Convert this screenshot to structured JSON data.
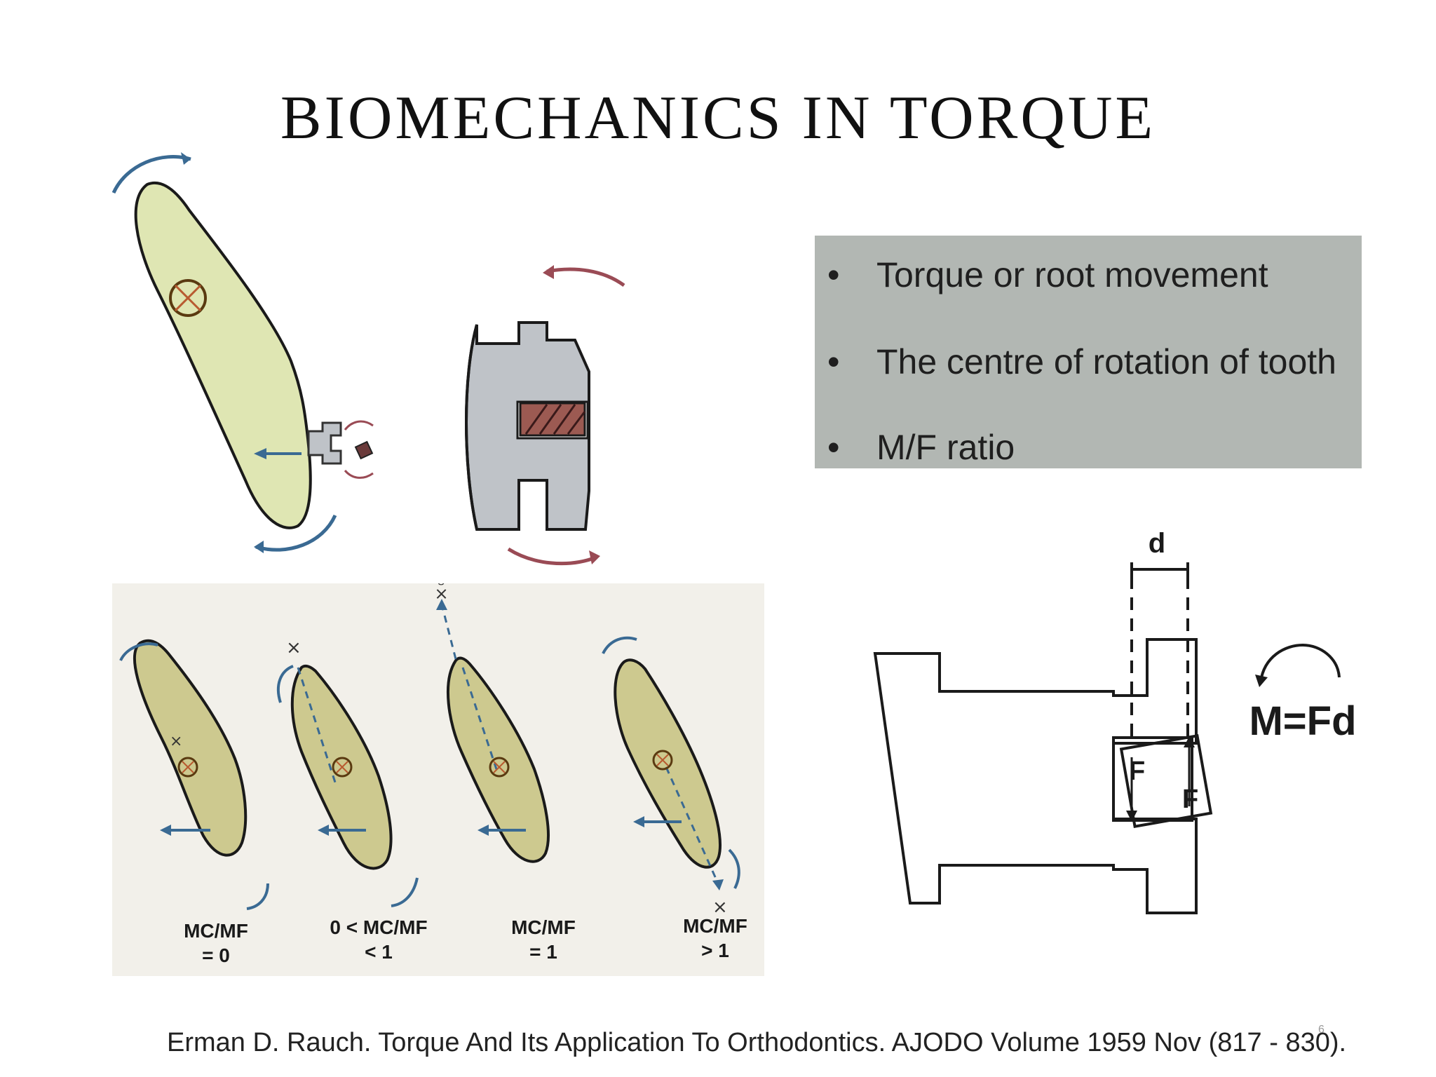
{
  "slide": {
    "title": "BIOMECHANICS IN TORQUE",
    "bullets": [
      {
        "symbol": "•",
        "text": "Torque or root movement"
      },
      {
        "symbol": "•",
        "text": "The centre of rotation of tooth"
      },
      {
        "symbol": "•",
        "text": "M/F ratio"
      }
    ],
    "citation": "Erman D. Rauch.  Torque And Its Application To Orthodontics. AJODO Volume 1959 Nov (817 - 830).",
    "page_number": "6"
  },
  "figures": {
    "tooth_panel": {
      "labels": [
        {
          "line1": "MC/MF",
          "line2": "= 0"
        },
        {
          "line1": "0 < MC/MF",
          "line2": "< 1"
        },
        {
          "line1": "MC/MF",
          "line2": "= 1"
        },
        {
          "line1": "MC/MF",
          "line2": "> 1"
        }
      ],
      "infinity_mark": "∞×",
      "center_mark": "×"
    },
    "bracket_diagram": {
      "distance_label": "d",
      "force_label_1": "F",
      "force_label_2": "F",
      "formula": "M=Fd"
    }
  },
  "colors": {
    "tooth_light": "#dfe6b3",
    "tooth_dark": "#cdc98f",
    "arrow_blue": "#3a6a93",
    "arrow_red": "#9a4b55",
    "bracket_gray": "#bfc3c8",
    "wire_brown": "#9c5a52",
    "box_gray": "#b2b7b3"
  }
}
